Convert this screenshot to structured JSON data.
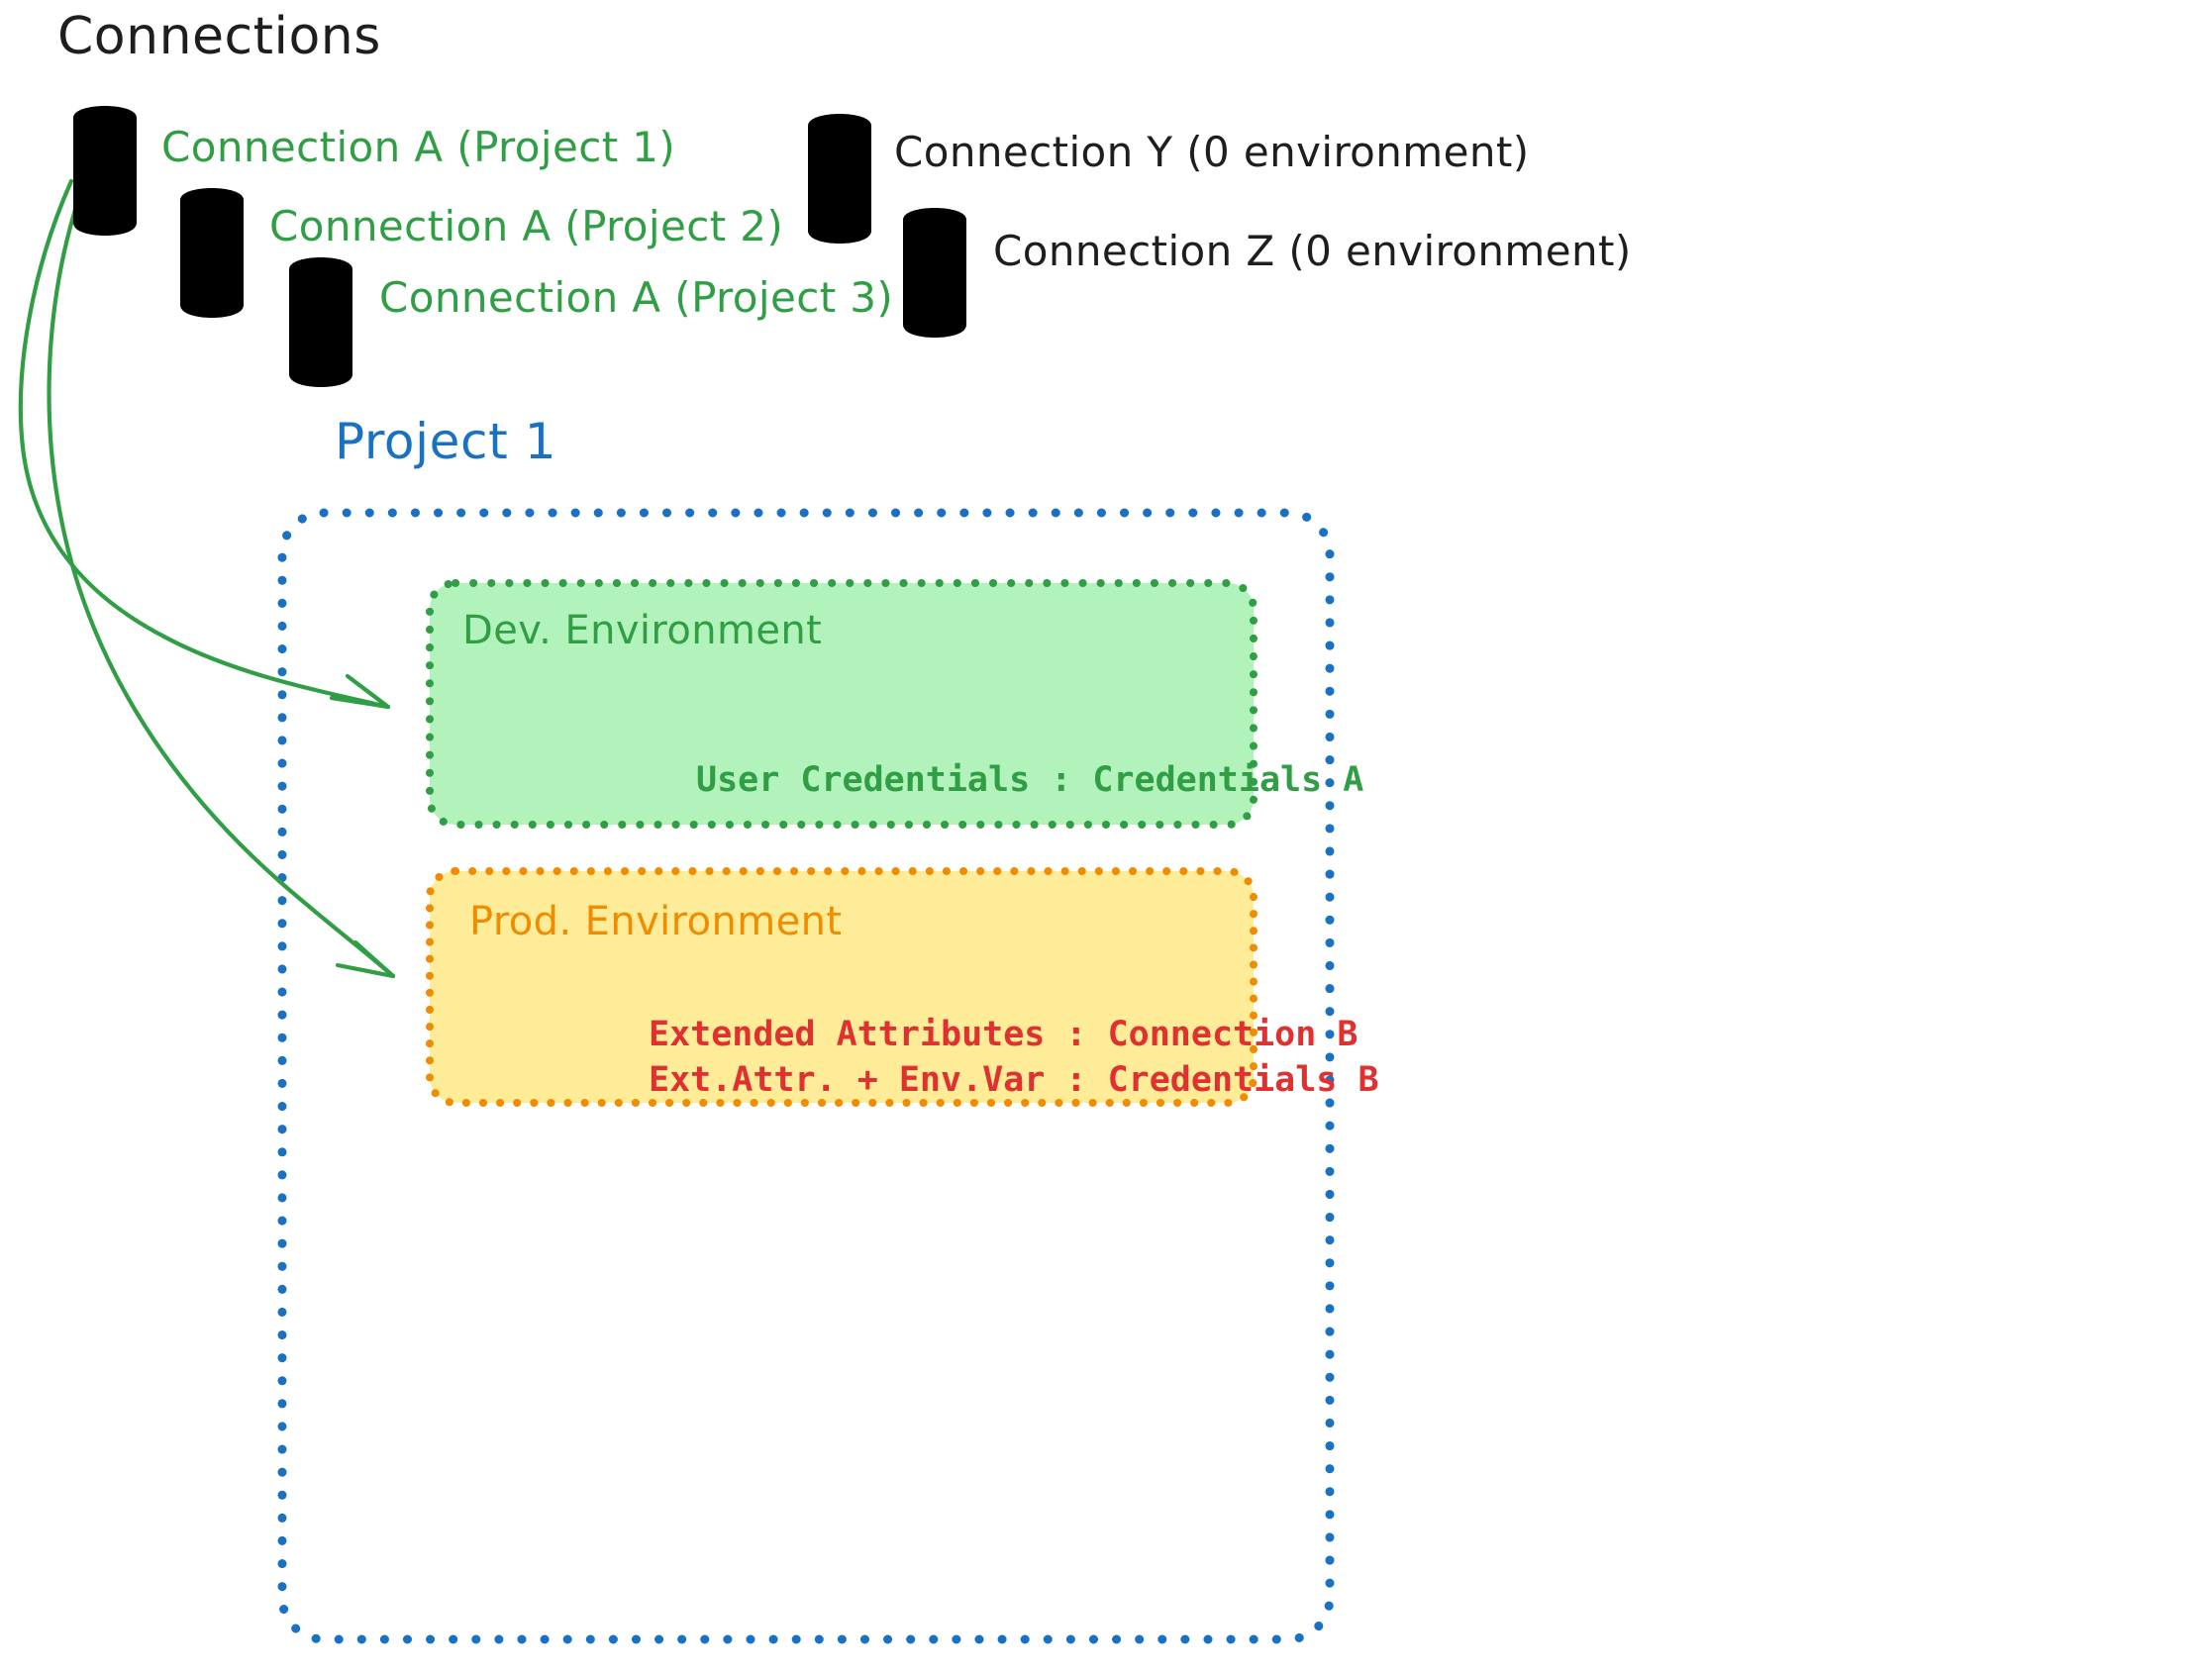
{
  "diagram": {
    "title": "Connections",
    "project_title": "Project 1",
    "colors": {
      "green_stroke": "#2f9e44",
      "green_fill": "#b2f2bb",
      "blue_stroke": "#1971c2",
      "orange_stroke": "#f08c00",
      "yellow_fill": "#ffec99",
      "red_text": "#e03131",
      "gray_fill": "#ced4da",
      "black_stroke": "#1e1e1e"
    }
  },
  "connections": [
    {
      "id": "a1",
      "label": "Connection A (Project 1)",
      "color": "green",
      "db_tiers": 3
    },
    {
      "id": "a2",
      "label": "Connection A (Project 2)",
      "color": "green",
      "db_tiers": 3
    },
    {
      "id": "a3",
      "label": "Connection A (Project 3)",
      "color": "green",
      "db_tiers": 3
    },
    {
      "id": "y",
      "label": "Connection Y (0 environment)",
      "color": "gray",
      "db_tiers": 3
    },
    {
      "id": "z",
      "label": "Connection Z (0 environment)",
      "color": "gray",
      "db_tiers": 3
    }
  ],
  "project": {
    "name": "Project 1",
    "environments": [
      {
        "id": "dev",
        "title": "Dev. Environment",
        "accent": "#2f9e44",
        "fill": "#b2f2bb",
        "lines": [
          "User Credentials : Credentials A"
        ]
      },
      {
        "id": "prod",
        "title": "Prod. Environment",
        "accent": "#f08c00",
        "fill": "#ffec99",
        "lines": [
          "Extended Attributes : Connection B",
          "Ext.Attr. + Env.Var : Credentials B"
        ]
      }
    ]
  },
  "arrows": [
    {
      "id": "arrow-to-dev",
      "from": "connection-a-project-1",
      "to": "dev-environment"
    },
    {
      "id": "arrow-to-prod",
      "from": "connection-a-project-1",
      "to": "prod-environment"
    }
  ],
  "icons": {
    "database": "database-icon",
    "arrow": "arrow-icon"
  }
}
